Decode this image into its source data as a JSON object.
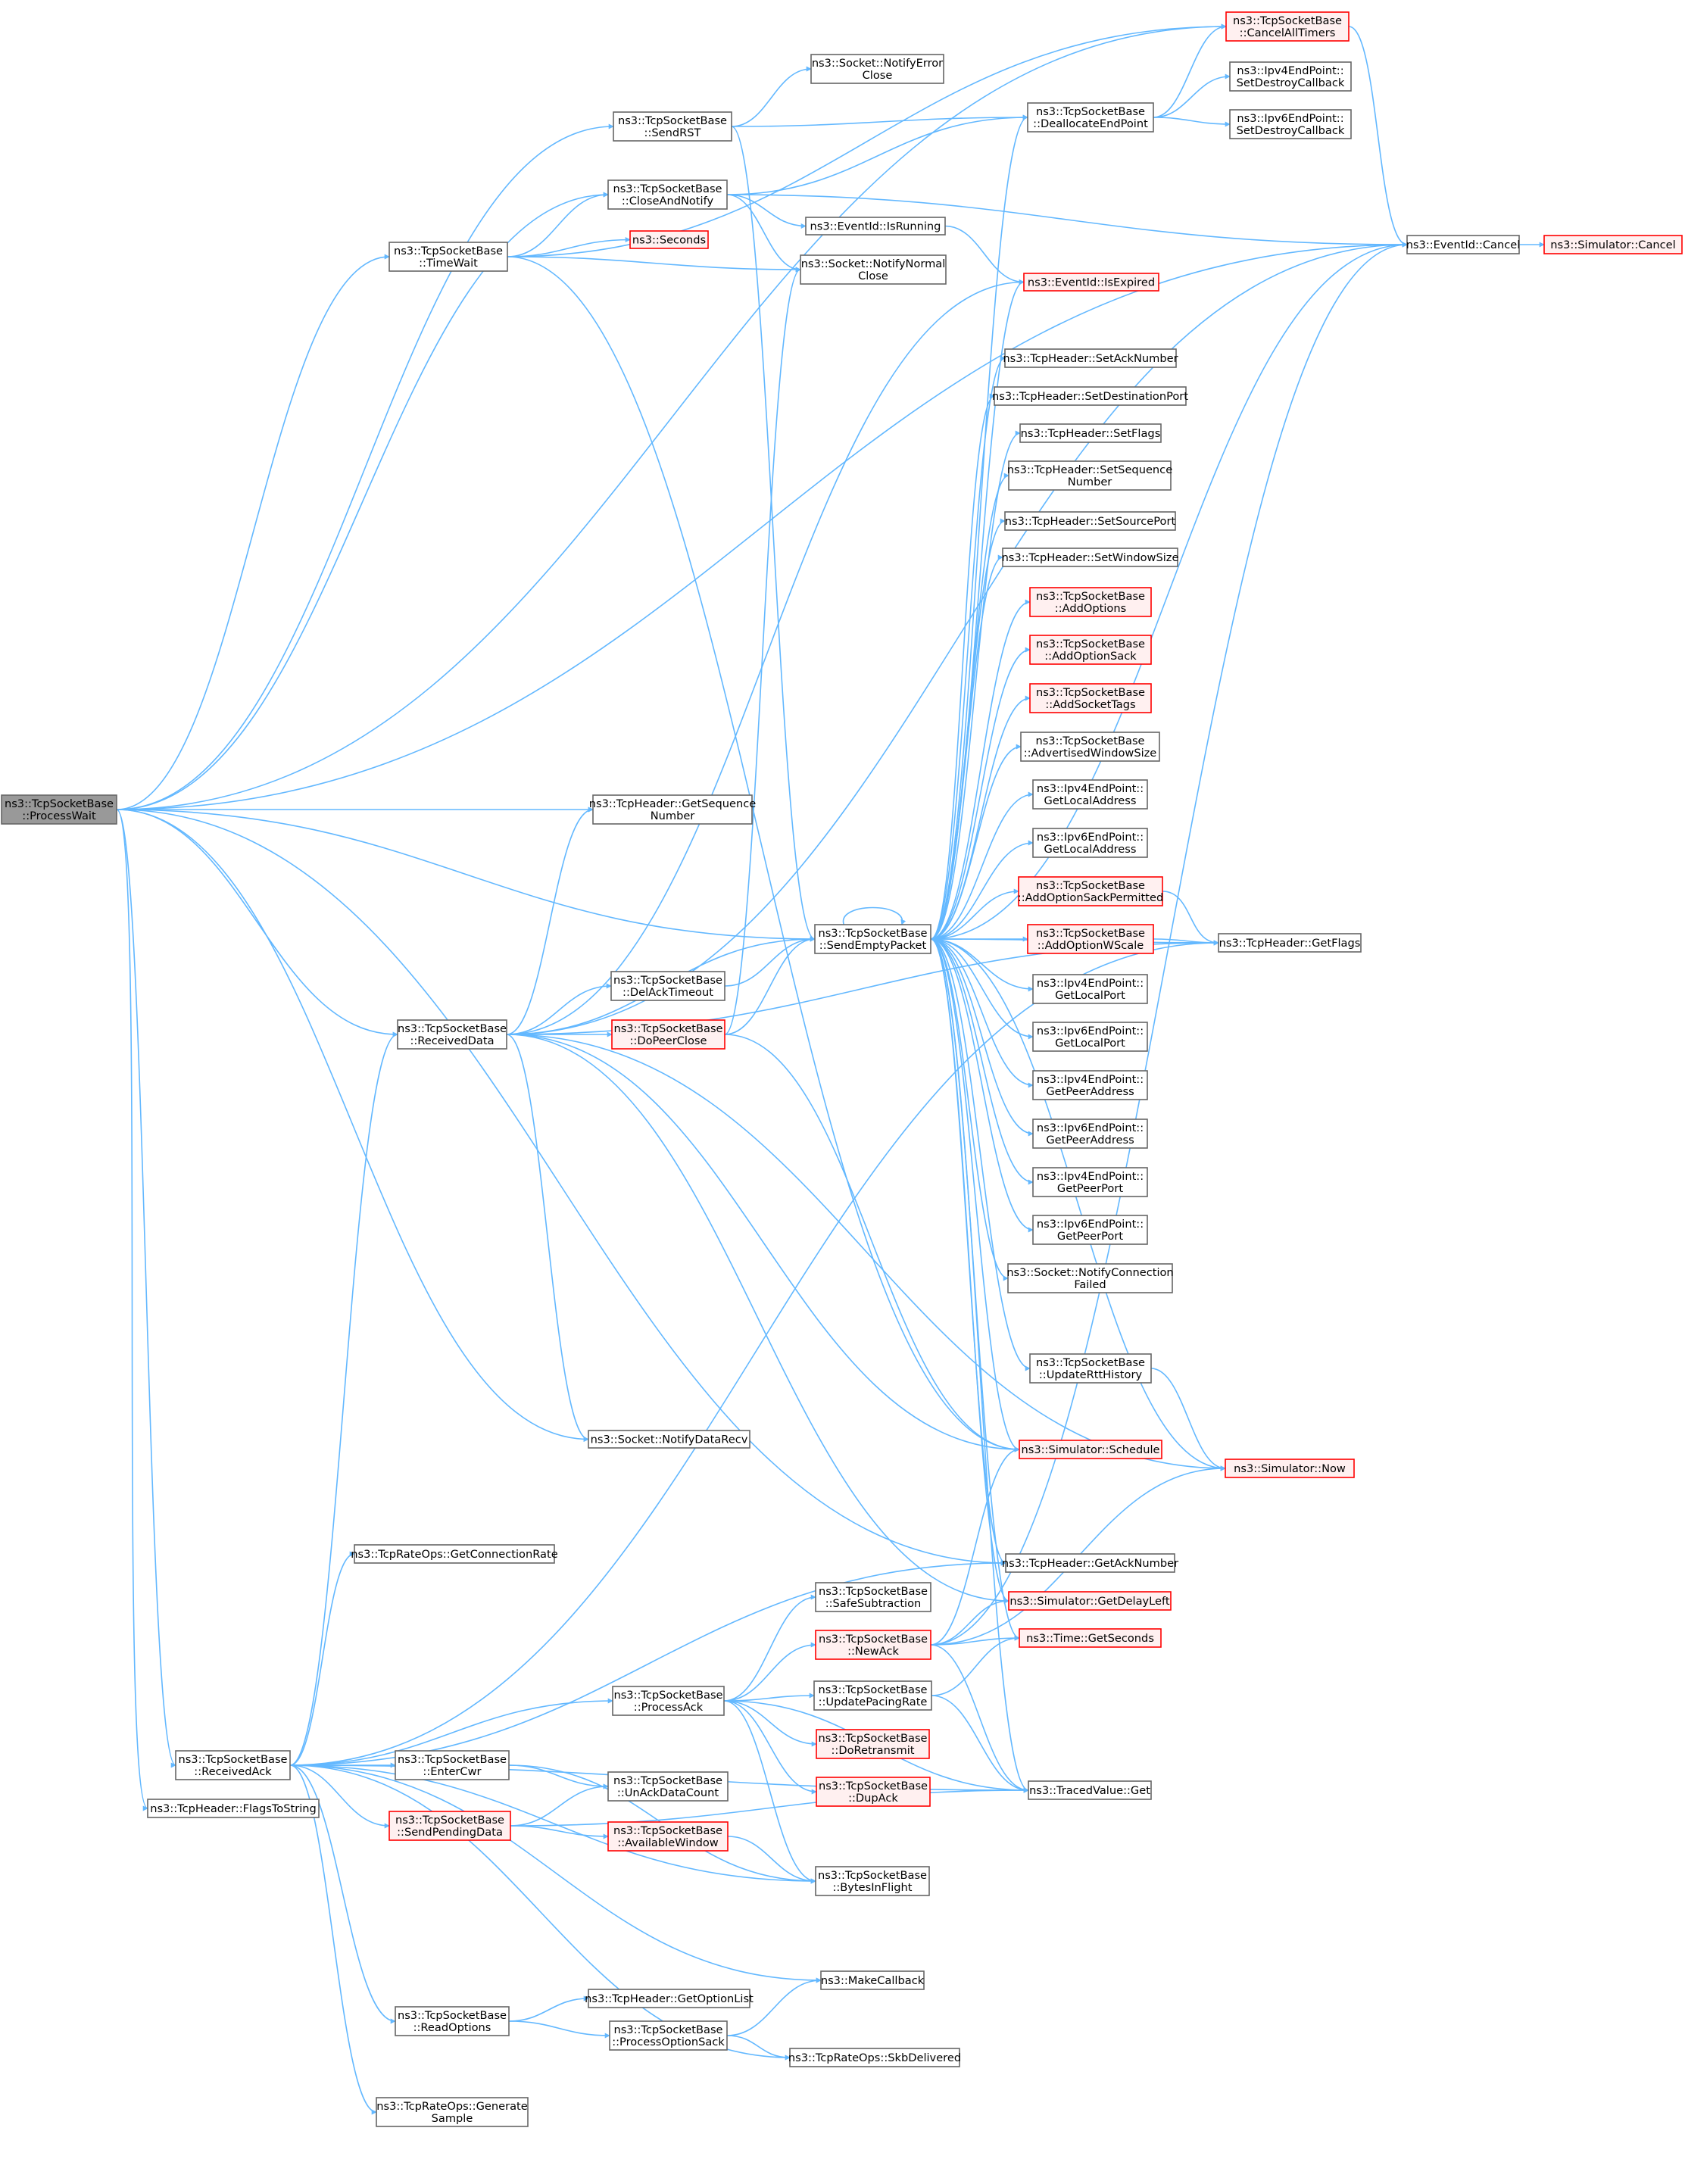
{
  "colors": {
    "edge": "#63b8ff",
    "node_fill": "#ffffff",
    "node_border": "#666666",
    "root_fill": "#999999",
    "root_border": "#666666",
    "truncated_fill": "#fff0f0",
    "truncated_border": "#ff0000"
  },
  "nodes": [
    {
      "id": "root",
      "lines": [
        "ns3::TcpSocketBase",
        "::ProcessWait"
      ],
      "style": "root"
    },
    {
      "id": "cancelAllTimers",
      "lines": [
        "ns3::TcpSocketBase",
        "::CancelAllTimers"
      ],
      "style": "truncated"
    },
    {
      "id": "notifyErrorClose",
      "lines": [
        "ns3::Socket::NotifyError",
        "Close"
      ],
      "style": "normal"
    },
    {
      "id": "sendRST",
      "lines": [
        "ns3::TcpSocketBase",
        "::SendRST"
      ],
      "style": "normal"
    },
    {
      "id": "deallocateEndPoint",
      "lines": [
        "ns3::TcpSocketBase",
        "::DeallocateEndPoint"
      ],
      "style": "normal"
    },
    {
      "id": "ipv4SetDestroy",
      "lines": [
        "ns3::Ipv4EndPoint::",
        "SetDestroyCallback"
      ],
      "style": "normal"
    },
    {
      "id": "ipv6SetDestroy",
      "lines": [
        "ns3::Ipv6EndPoint::",
        "SetDestroyCallback"
      ],
      "style": "normal"
    },
    {
      "id": "closeAndNotify",
      "lines": [
        "ns3::TcpSocketBase",
        "::CloseAndNotify"
      ],
      "style": "normal"
    },
    {
      "id": "isRunning",
      "lines": [
        "ns3::EventId::IsRunning"
      ],
      "style": "normal"
    },
    {
      "id": "eventCancel",
      "lines": [
        "ns3::EventId::Cancel"
      ],
      "style": "normal"
    },
    {
      "id": "simCancel",
      "lines": [
        "ns3::Simulator::Cancel"
      ],
      "style": "truncated"
    },
    {
      "id": "timeWait",
      "lines": [
        "ns3::TcpSocketBase",
        "::TimeWait"
      ],
      "style": "normal"
    },
    {
      "id": "seconds",
      "lines": [
        "ns3::Seconds"
      ],
      "style": "truncated"
    },
    {
      "id": "notifyNormalClose",
      "lines": [
        "ns3::Socket::NotifyNormal",
        "Close"
      ],
      "style": "normal"
    },
    {
      "id": "isExpired",
      "lines": [
        "ns3::EventId::IsExpired"
      ],
      "style": "truncated"
    },
    {
      "id": "setAckNumber",
      "lines": [
        "ns3::TcpHeader::SetAckNumber"
      ],
      "style": "normal"
    },
    {
      "id": "setDestPort",
      "lines": [
        "ns3::TcpHeader::SetDestinationPort"
      ],
      "style": "normal"
    },
    {
      "id": "setFlags",
      "lines": [
        "ns3::TcpHeader::SetFlags"
      ],
      "style": "normal"
    },
    {
      "id": "setSeqNumber",
      "lines": [
        "ns3::TcpHeader::SetSequence",
        "Number"
      ],
      "style": "normal"
    },
    {
      "id": "setSourcePort",
      "lines": [
        "ns3::TcpHeader::SetSourcePort"
      ],
      "style": "normal"
    },
    {
      "id": "setWindowSize",
      "lines": [
        "ns3::TcpHeader::SetWindowSize"
      ],
      "style": "normal"
    },
    {
      "id": "addOptions",
      "lines": [
        "ns3::TcpSocketBase",
        "::AddOptions"
      ],
      "style": "truncated"
    },
    {
      "id": "addOptionSack",
      "lines": [
        "ns3::TcpSocketBase",
        "::AddOptionSack"
      ],
      "style": "truncated"
    },
    {
      "id": "addSocketTags",
      "lines": [
        "ns3::TcpSocketBase",
        "::AddSocketTags"
      ],
      "style": "truncated"
    },
    {
      "id": "advWindowSize",
      "lines": [
        "ns3::TcpSocketBase",
        "::AdvertisedWindowSize"
      ],
      "style": "normal"
    },
    {
      "id": "ipv4GetLocalAddr",
      "lines": [
        "ns3::Ipv4EndPoint::",
        "GetLocalAddress"
      ],
      "style": "normal"
    },
    {
      "id": "ipv6GetLocalAddr",
      "lines": [
        "ns3::Ipv6EndPoint::",
        "GetLocalAddress"
      ],
      "style": "normal"
    },
    {
      "id": "getSeqNumber",
      "lines": [
        "ns3::TcpHeader::GetSequence",
        "Number"
      ],
      "style": "normal"
    },
    {
      "id": "addOptionSackPerm",
      "lines": [
        "ns3::TcpSocketBase",
        "::AddOptionSackPermitted"
      ],
      "style": "truncated"
    },
    {
      "id": "sendEmptyPacket",
      "lines": [
        "ns3::TcpSocketBase",
        "::SendEmptyPacket"
      ],
      "style": "normal"
    },
    {
      "id": "addOptionWScale",
      "lines": [
        "ns3::TcpSocketBase",
        "::AddOptionWScale"
      ],
      "style": "truncated"
    },
    {
      "id": "getFlags",
      "lines": [
        "ns3::TcpHeader::GetFlags"
      ],
      "style": "normal"
    },
    {
      "id": "delAckTimeout",
      "lines": [
        "ns3::TcpSocketBase",
        "::DelAckTimeout"
      ],
      "style": "normal"
    },
    {
      "id": "ipv4GetLocalPort",
      "lines": [
        "ns3::Ipv4EndPoint::",
        "GetLocalPort"
      ],
      "style": "normal"
    },
    {
      "id": "receivedData",
      "lines": [
        "ns3::TcpSocketBase",
        "::ReceivedData"
      ],
      "style": "normal"
    },
    {
      "id": "doPeerClose",
      "lines": [
        "ns3::TcpSocketBase",
        "::DoPeerClose"
      ],
      "style": "truncated"
    },
    {
      "id": "ipv6GetLocalPort",
      "lines": [
        "ns3::Ipv6EndPoint::",
        "GetLocalPort"
      ],
      "style": "normal"
    },
    {
      "id": "ipv4GetPeerAddr",
      "lines": [
        "ns3::Ipv4EndPoint::",
        "GetPeerAddress"
      ],
      "style": "normal"
    },
    {
      "id": "ipv6GetPeerAddr",
      "lines": [
        "ns3::Ipv6EndPoint::",
        "GetPeerAddress"
      ],
      "style": "normal"
    },
    {
      "id": "ipv4GetPeerPort",
      "lines": [
        "ns3::Ipv4EndPoint::",
        "GetPeerPort"
      ],
      "style": "normal"
    },
    {
      "id": "ipv6GetPeerPort",
      "lines": [
        "ns3::Ipv6EndPoint::",
        "GetPeerPort"
      ],
      "style": "normal"
    },
    {
      "id": "notifyConnFailed",
      "lines": [
        "ns3::Socket::NotifyConnection",
        "Failed"
      ],
      "style": "normal"
    },
    {
      "id": "updateRttHistory",
      "lines": [
        "ns3::TcpSocketBase",
        "::UpdateRttHistory"
      ],
      "style": "normal"
    },
    {
      "id": "notifyDataRecv",
      "lines": [
        "ns3::Socket::NotifyDataRecv"
      ],
      "style": "normal"
    },
    {
      "id": "simSchedule",
      "lines": [
        "ns3::Simulator::Schedule"
      ],
      "style": "truncated"
    },
    {
      "id": "simNow",
      "lines": [
        "ns3::Simulator::Now"
      ],
      "style": "truncated"
    },
    {
      "id": "getConnRate",
      "lines": [
        "ns3::TcpRateOps::GetConnectionRate"
      ],
      "style": "normal"
    },
    {
      "id": "getAckNumber",
      "lines": [
        "ns3::TcpHeader::GetAckNumber"
      ],
      "style": "normal"
    },
    {
      "id": "safeSubtraction",
      "lines": [
        "ns3::TcpSocketBase",
        "::SafeSubtraction"
      ],
      "style": "normal"
    },
    {
      "id": "getDelayLeft",
      "lines": [
        "ns3::Simulator::GetDelayLeft"
      ],
      "style": "truncated"
    },
    {
      "id": "newAck",
      "lines": [
        "ns3::TcpSocketBase",
        "::NewAck"
      ],
      "style": "truncated"
    },
    {
      "id": "getSeconds",
      "lines": [
        "ns3::Time::GetSeconds"
      ],
      "style": "truncated"
    },
    {
      "id": "processAck",
      "lines": [
        "ns3::TcpSocketBase",
        "::ProcessAck"
      ],
      "style": "normal"
    },
    {
      "id": "updatePacingRate",
      "lines": [
        "ns3::TcpSocketBase",
        "::UpdatePacingRate"
      ],
      "style": "normal"
    },
    {
      "id": "doRetransmit",
      "lines": [
        "ns3::TcpSocketBase",
        "::DoRetransmit"
      ],
      "style": "truncated"
    },
    {
      "id": "receivedAck",
      "lines": [
        "ns3::TcpSocketBase",
        "::ReceivedAck"
      ],
      "style": "normal"
    },
    {
      "id": "enterCwr",
      "lines": [
        "ns3::TcpSocketBase",
        "::EnterCwr"
      ],
      "style": "normal"
    },
    {
      "id": "unAckDataCount",
      "lines": [
        "ns3::TcpSocketBase",
        "::UnAckDataCount"
      ],
      "style": "normal"
    },
    {
      "id": "dupAck",
      "lines": [
        "ns3::TcpSocketBase",
        "::DupAck"
      ],
      "style": "truncated"
    },
    {
      "id": "tracedGet",
      "lines": [
        "ns3::TracedValue::Get"
      ],
      "style": "normal"
    },
    {
      "id": "flagsToString",
      "lines": [
        "ns3::TcpHeader::FlagsToString"
      ],
      "style": "normal"
    },
    {
      "id": "sendPendingData",
      "lines": [
        "ns3::TcpSocketBase",
        "::SendPendingData"
      ],
      "style": "truncated"
    },
    {
      "id": "availableWindow",
      "lines": [
        "ns3::TcpSocketBase",
        "::AvailableWindow"
      ],
      "style": "truncated"
    },
    {
      "id": "bytesInFlight",
      "lines": [
        "ns3::TcpSocketBase",
        "::BytesInFlight"
      ],
      "style": "normal"
    },
    {
      "id": "makeCallback",
      "lines": [
        "ns3::MakeCallback"
      ],
      "style": "normal"
    },
    {
      "id": "getOptionList",
      "lines": [
        "ns3::TcpHeader::GetOptionList"
      ],
      "style": "normal"
    },
    {
      "id": "readOptions",
      "lines": [
        "ns3::TcpSocketBase",
        "::ReadOptions"
      ],
      "style": "normal"
    },
    {
      "id": "processOptionSack",
      "lines": [
        "ns3::TcpSocketBase",
        "::ProcessOptionSack"
      ],
      "style": "normal"
    },
    {
      "id": "skbDelivered",
      "lines": [
        "ns3::TcpRateOps::SkbDelivered"
      ],
      "style": "normal"
    },
    {
      "id": "generateSample",
      "lines": [
        "ns3::TcpRateOps::Generate",
        "Sample"
      ],
      "style": "normal"
    }
  ],
  "edges": [
    [
      "root",
      "cancelAllTimers"
    ],
    [
      "root",
      "sendRST"
    ],
    [
      "root",
      "closeAndNotify"
    ],
    [
      "root",
      "timeWait"
    ],
    [
      "root",
      "eventCancel"
    ],
    [
      "root",
      "getSeqNumber"
    ],
    [
      "root",
      "sendEmptyPacket"
    ],
    [
      "root",
      "receivedData"
    ],
    [
      "root",
      "notifyDataRecv"
    ],
    [
      "root",
      "getAckNumber"
    ],
    [
      "root",
      "receivedAck"
    ],
    [
      "root",
      "flagsToString"
    ],
    [
      "sendRST",
      "notifyErrorClose"
    ],
    [
      "sendRST",
      "deallocateEndPoint"
    ],
    [
      "sendRST",
      "sendEmptyPacket"
    ],
    [
      "deallocateEndPoint",
      "cancelAllTimers"
    ],
    [
      "deallocateEndPoint",
      "ipv4SetDestroy"
    ],
    [
      "deallocateEndPoint",
      "ipv6SetDestroy"
    ],
    [
      "cancelAllTimers",
      "eventCancel"
    ],
    [
      "eventCancel",
      "simCancel"
    ],
    [
      "closeAndNotify",
      "deallocateEndPoint"
    ],
    [
      "closeAndNotify",
      "isRunning"
    ],
    [
      "closeAndNotify",
      "eventCancel"
    ],
    [
      "closeAndNotify",
      "notifyNormalClose"
    ],
    [
      "timeWait",
      "closeAndNotify"
    ],
    [
      "timeWait",
      "cancelAllTimers"
    ],
    [
      "timeWait",
      "seconds"
    ],
    [
      "timeWait",
      "notifyNormalClose"
    ],
    [
      "timeWait",
      "simSchedule"
    ],
    [
      "isRunning",
      "isExpired"
    ],
    [
      "sendEmptyPacket",
      "sendEmptyPacket"
    ],
    [
      "sendEmptyPacket",
      "deallocateEndPoint"
    ],
    [
      "sendEmptyPacket",
      "eventCancel"
    ],
    [
      "sendEmptyPacket",
      "isExpired"
    ],
    [
      "sendEmptyPacket",
      "setAckNumber"
    ],
    [
      "sendEmptyPacket",
      "setDestPort"
    ],
    [
      "sendEmptyPacket",
      "setFlags"
    ],
    [
      "sendEmptyPacket",
      "setSeqNumber"
    ],
    [
      "sendEmptyPacket",
      "setSourcePort"
    ],
    [
      "sendEmptyPacket",
      "setWindowSize"
    ],
    [
      "sendEmptyPacket",
      "addOptions"
    ],
    [
      "sendEmptyPacket",
      "addOptionSack"
    ],
    [
      "sendEmptyPacket",
      "addSocketTags"
    ],
    [
      "sendEmptyPacket",
      "advWindowSize"
    ],
    [
      "sendEmptyPacket",
      "ipv4GetLocalAddr"
    ],
    [
      "sendEmptyPacket",
      "ipv6GetLocalAddr"
    ],
    [
      "sendEmptyPacket",
      "addOptionSackPerm"
    ],
    [
      "sendEmptyPacket",
      "addOptionWScale"
    ],
    [
      "sendEmptyPacket",
      "getFlags"
    ],
    [
      "sendEmptyPacket",
      "ipv4GetLocalPort"
    ],
    [
      "sendEmptyPacket",
      "ipv6GetLocalPort"
    ],
    [
      "sendEmptyPacket",
      "ipv4GetPeerAddr"
    ],
    [
      "sendEmptyPacket",
      "ipv6GetPeerAddr"
    ],
    [
      "sendEmptyPacket",
      "ipv4GetPeerPort"
    ],
    [
      "sendEmptyPacket",
      "ipv6GetPeerPort"
    ],
    [
      "sendEmptyPacket",
      "notifyConnFailed"
    ],
    [
      "sendEmptyPacket",
      "updateRttHistory"
    ],
    [
      "sendEmptyPacket",
      "simSchedule"
    ],
    [
      "sendEmptyPacket",
      "simNow"
    ],
    [
      "sendEmptyPacket",
      "getAckNumber"
    ],
    [
      "sendEmptyPacket",
      "getDelayLeft"
    ],
    [
      "sendEmptyPacket",
      "getSeconds"
    ],
    [
      "sendEmptyPacket",
      "tracedGet"
    ],
    [
      "addOptionSackPerm",
      "getFlags"
    ],
    [
      "addOptionWScale",
      "getFlags"
    ],
    [
      "receivedData",
      "getSeqNumber"
    ],
    [
      "receivedData",
      "isExpired"
    ],
    [
      "receivedData",
      "eventCancel"
    ],
    [
      "receivedData",
      "sendEmptyPacket"
    ],
    [
      "receivedData",
      "delAckTimeout"
    ],
    [
      "receivedData",
      "doPeerClose"
    ],
    [
      "receivedData",
      "getFlags"
    ],
    [
      "receivedData",
      "simSchedule"
    ],
    [
      "receivedData",
      "simNow"
    ],
    [
      "receivedData",
      "notifyDataRecv"
    ],
    [
      "receivedData",
      "getDelayLeft"
    ],
    [
      "delAckTimeout",
      "sendEmptyPacket"
    ],
    [
      "doPeerClose",
      "notifyNormalClose"
    ],
    [
      "doPeerClose",
      "sendEmptyPacket"
    ],
    [
      "doPeerClose",
      "simSchedule"
    ],
    [
      "updateRttHistory",
      "simNow"
    ],
    [
      "receivedAck",
      "receivedData"
    ],
    [
      "receivedAck",
      "getFlags"
    ],
    [
      "receivedAck",
      "getConnRate"
    ],
    [
      "receivedAck",
      "getAckNumber"
    ],
    [
      "receivedAck",
      "processAck"
    ],
    [
      "receivedAck",
      "enterCwr"
    ],
    [
      "receivedAck",
      "sendPendingData"
    ],
    [
      "receivedAck",
      "bytesInFlight"
    ],
    [
      "receivedAck",
      "makeCallback"
    ],
    [
      "receivedAck",
      "readOptions"
    ],
    [
      "receivedAck",
      "skbDelivered"
    ],
    [
      "receivedAck",
      "tracedGet"
    ],
    [
      "receivedAck",
      "generateSample"
    ],
    [
      "processAck",
      "safeSubtraction"
    ],
    [
      "processAck",
      "newAck"
    ],
    [
      "processAck",
      "updatePacingRate"
    ],
    [
      "processAck",
      "doRetransmit"
    ],
    [
      "processAck",
      "dupAck"
    ],
    [
      "processAck",
      "bytesInFlight"
    ],
    [
      "processAck",
      "tracedGet"
    ],
    [
      "newAck",
      "simSchedule"
    ],
    [
      "newAck",
      "getDelayLeft"
    ],
    [
      "newAck",
      "getSeconds"
    ],
    [
      "newAck",
      "simNow"
    ],
    [
      "newAck",
      "eventCancel"
    ],
    [
      "newAck",
      "tracedGet"
    ],
    [
      "updatePacingRate",
      "getSeconds"
    ],
    [
      "updatePacingRate",
      "tracedGet"
    ],
    [
      "enterCwr",
      "unAckDataCount"
    ],
    [
      "enterCwr",
      "bytesInFlight"
    ],
    [
      "sendPendingData",
      "unAckDataCount"
    ],
    [
      "sendPendingData",
      "availableWindow"
    ],
    [
      "sendPendingData",
      "tracedGet"
    ],
    [
      "availableWindow",
      "bytesInFlight"
    ],
    [
      "readOptions",
      "getOptionList"
    ],
    [
      "readOptions",
      "processOptionSack"
    ],
    [
      "processOptionSack",
      "makeCallback"
    ],
    [
      "processOptionSack",
      "skbDelivered"
    ]
  ]
}
